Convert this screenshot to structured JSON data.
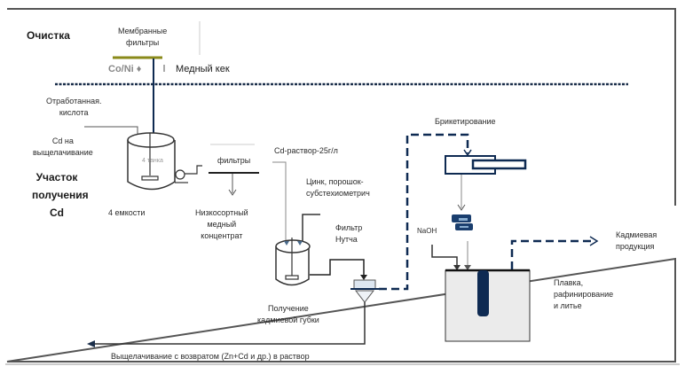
{
  "diagram": {
    "title_left": "Очистка",
    "section_label": [
      "Участок",
      "получения",
      "Cd"
    ],
    "membrane_filters": [
      "Мембранные",
      "фильтры"
    ],
    "co_ni": "Co/Ni",
    "copper_cake": "Медный кек",
    "spent_acid": [
      "Отработанная.",
      "кислота"
    ],
    "cd_leaching": [
      "Cd на",
      "выщелачивание"
    ],
    "tank_label_inner": "4 танка",
    "tanks": "4 емкости",
    "filters": "фильтры",
    "low_grade_copper": [
      "Низкосортный",
      "медный",
      "концентрат"
    ],
    "cd_solution": "Cd-раствор-25г/л",
    "zinc_powder": [
      "Цинк, порошок-",
      "субстехиометрич"
    ],
    "nutsche_filter": [
      "Фильтр",
      "Нутча"
    ],
    "sponge_production": [
      "Получение",
      "кадмиевой губки"
    ],
    "briquetting": "Брикетирование",
    "naoh": "NaOH",
    "cadmium_products": [
      "Кадмиевая",
      "продукция"
    ],
    "melting": [
      "Плавка,",
      "рафинирование",
      "и литье"
    ],
    "return_leaching": "Выщелачивание с возвратом (Zn+Cd и др.) в раствор",
    "colors": {
      "navy": "#0e2a52",
      "line": "#3a3a3a",
      "filter_accent": "#8a8a1a",
      "tank_fill": "#ebebeb"
    }
  }
}
